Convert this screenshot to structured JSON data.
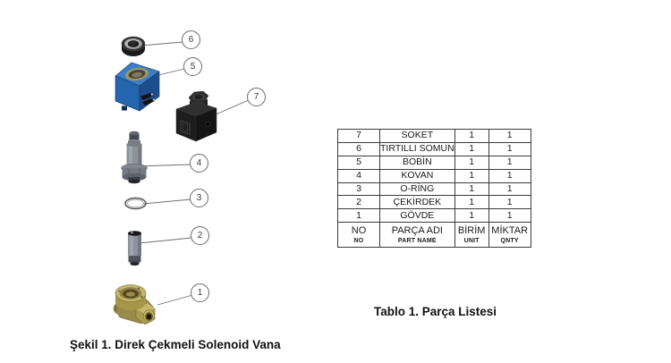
{
  "colors": {
    "coil-top": "#3c7ec8",
    "coil-front": "#2565ae",
    "coil-side": "#1c4e8e",
    "brass-light": "#c6b76a",
    "brass-mid": "#9a8a49",
    "brass-dark": "#6c5f30",
    "metal-grey": "#8e939b",
    "metal-grey-dark": "#5a5f66",
    "black-part": "#1d1d1d",
    "leader-line": "#6f6f6f",
    "table-border": "#3a3a3a",
    "text-dark": "#1a1a1a"
  },
  "figure": {
    "caption": "Şekil 1. Direk Çekmeli Solenoid Vana",
    "balloons": [
      {
        "label": "6"
      },
      {
        "label": "5"
      },
      {
        "label": "7"
      },
      {
        "label": "4"
      },
      {
        "label": "3"
      },
      {
        "label": "2"
      },
      {
        "label": "1"
      }
    ]
  },
  "table": {
    "caption": "Tablo 1. Parça Listesi",
    "header": {
      "no": "NO",
      "no_sub": "NO",
      "name": "PARÇA ADI",
      "name_sub": "PART NAME",
      "unit": "BİRİM",
      "unit_sub": "UNIT",
      "qty": "MİKTAR",
      "qty_sub": "QNTY"
    },
    "rows": [
      {
        "no": "7",
        "name": "SOKET",
        "unit": "1",
        "qty": "1"
      },
      {
        "no": "6",
        "name": "TIRTILLI SOMUN",
        "unit": "1",
        "qty": "1"
      },
      {
        "no": "5",
        "name": "BOBİN",
        "unit": "1",
        "qty": "1"
      },
      {
        "no": "4",
        "name": "KOVAN",
        "unit": "1",
        "qty": "1"
      },
      {
        "no": "3",
        "name": "O-RİNG",
        "unit": "1",
        "qty": "1"
      },
      {
        "no": "2",
        "name": "ÇEKİRDEK",
        "unit": "1",
        "qty": "1"
      },
      {
        "no": "1",
        "name": "GÖVDE",
        "unit": "1",
        "qty": "1"
      }
    ]
  }
}
